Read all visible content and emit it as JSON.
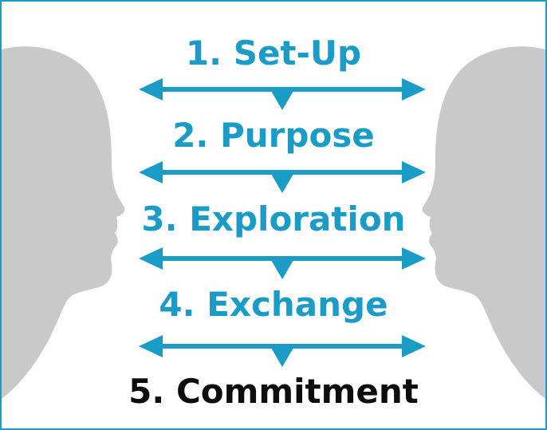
{
  "colors": {
    "accent": "#1a9cc7",
    "silhouette": "#c9c9c9",
    "final_step": "#0d0d0d",
    "frame": "#1a9cc7"
  },
  "steps": [
    {
      "label": "1. Set-Up"
    },
    {
      "label": "2. Purpose"
    },
    {
      "label": "3. Exploration"
    },
    {
      "label": "4. Exchange"
    },
    {
      "label": "5. Commitment"
    }
  ],
  "arrow_icon": "double-headed-arrow-with-down-pointer"
}
